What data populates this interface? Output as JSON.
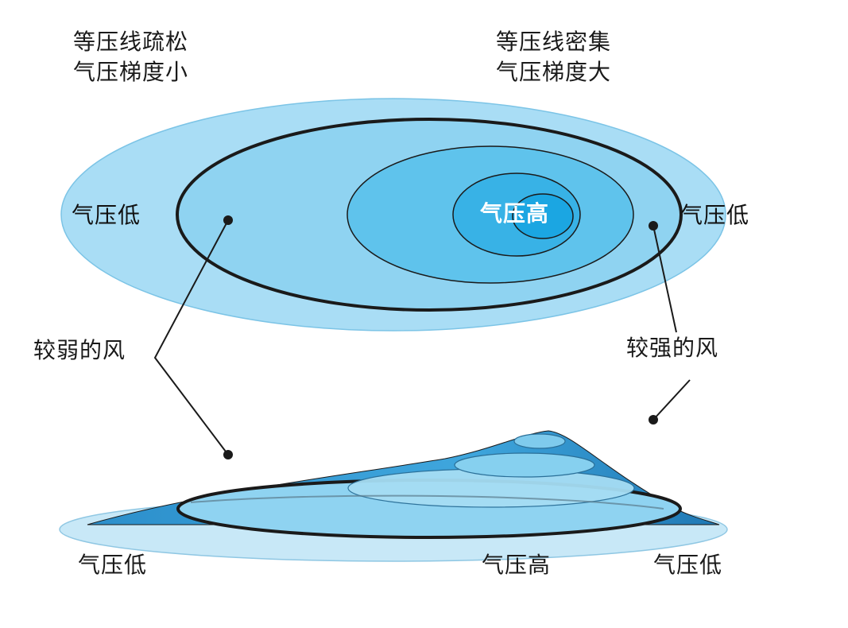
{
  "header": {
    "left_line1": "等压线疏松",
    "left_line2": "气压梯度小",
    "right_line1": "等压线密集",
    "right_line2": "气压梯度大"
  },
  "top_map": {
    "low_left": "气压低",
    "high_center": "气压高",
    "low_right": "气压低"
  },
  "wind": {
    "weak": "较弱的风",
    "strong": "较强的风"
  },
  "bottom_profile": {
    "low_left": "气压低",
    "high_center": "气压高",
    "low_right": "气压低"
  },
  "colors": {
    "outer": "#a9ddf5",
    "ring2": "#8fd3f1",
    "ring3": "#5fc3ec",
    "ring4": "#38b2e6",
    "core": "#1ba6e2",
    "slope_dark": "#1f78b4",
    "outline": "#1a1a1a"
  }
}
